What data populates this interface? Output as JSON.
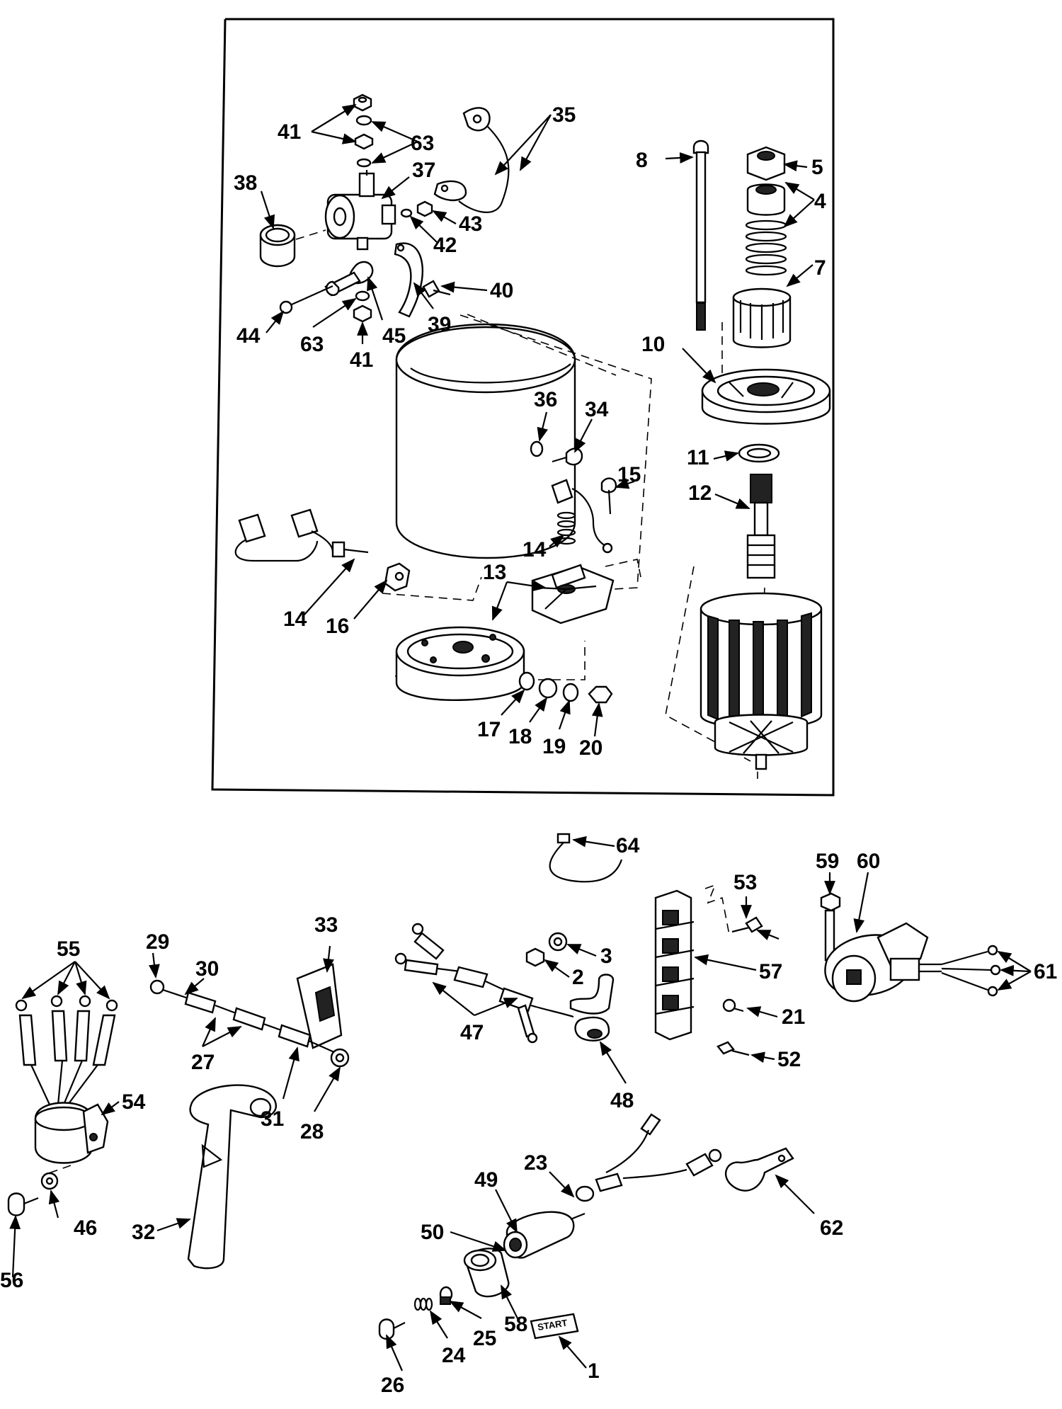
{
  "labels": {
    "l1": "1",
    "l2": "2",
    "l3": "3",
    "l4": "4",
    "l5": "5",
    "l7": "7",
    "l8": "8",
    "l10": "10",
    "l11": "11",
    "l12": "12",
    "l13": "13",
    "l14a": "14",
    "l14b": "14",
    "l15": "15",
    "l16": "16",
    "l17": "17",
    "l18": "18",
    "l19": "19",
    "l20": "20",
    "l21": "21",
    "l23": "23",
    "l24": "24",
    "l25": "25",
    "l26": "26",
    "l27": "27",
    "l28": "28",
    "l29": "29",
    "l30": "30",
    "l31": "31",
    "l32": "32",
    "l33": "33",
    "l34": "34",
    "l35": "35",
    "l36": "36",
    "l37": "37",
    "l38": "38",
    "l39": "39",
    "l40": "40",
    "l41a": "41",
    "l41b": "41",
    "l42": "42",
    "l43": "43",
    "l44": "44",
    "l45": "45",
    "l46": "46",
    "l47": "47",
    "l48": "48",
    "l49": "49",
    "l50": "50",
    "l52": "52",
    "l53": "53",
    "l54": "54",
    "l55": "55",
    "l56": "56",
    "l57": "57",
    "l58": "58",
    "l59": "59",
    "l60": "60",
    "l61": "61",
    "l62": "62",
    "l63a": "63",
    "l63b": "63",
    "l64": "64"
  },
  "decal": {
    "start_text": "START"
  }
}
